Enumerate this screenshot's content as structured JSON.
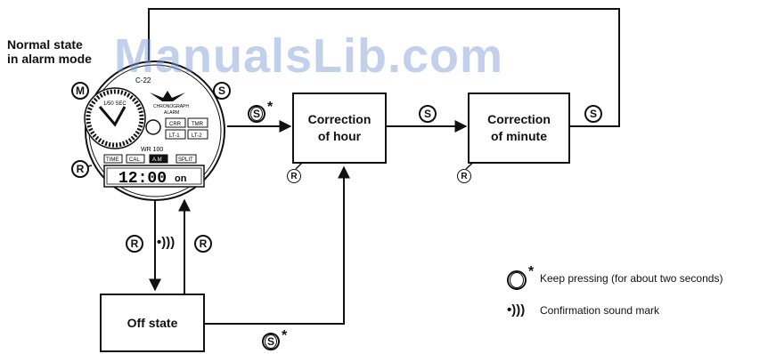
{
  "watermark": "ManualsLib.com",
  "title_line1": "Normal state",
  "title_line2": "in alarm mode",
  "boxes": {
    "hour": "Correction\nof hour",
    "minute": "Correction\nof minute",
    "off": "Off state"
  },
  "buttons": {
    "S": "S",
    "R": "R",
    "M": "M",
    "star": "*"
  },
  "sound_mark": "•)))",
  "legend": {
    "keep_pressing": "Keep pressing (for about two seconds)",
    "confirmation": "Confirmation sound mark"
  },
  "watch": {
    "model_code": "C-22",
    "sec_label": "1/50 SEC",
    "brand": "CHRONOGRAPH",
    "alarm_label": "ALARM",
    "wr": "WR 100",
    "btn_labels": [
      "CRR",
      "TMR",
      "LT-1",
      "LT-2"
    ],
    "mode_labels": [
      "TIME",
      "CAL",
      "A.M",
      "SPLIT"
    ],
    "display_time": "12:00",
    "display_suffix": "on"
  }
}
